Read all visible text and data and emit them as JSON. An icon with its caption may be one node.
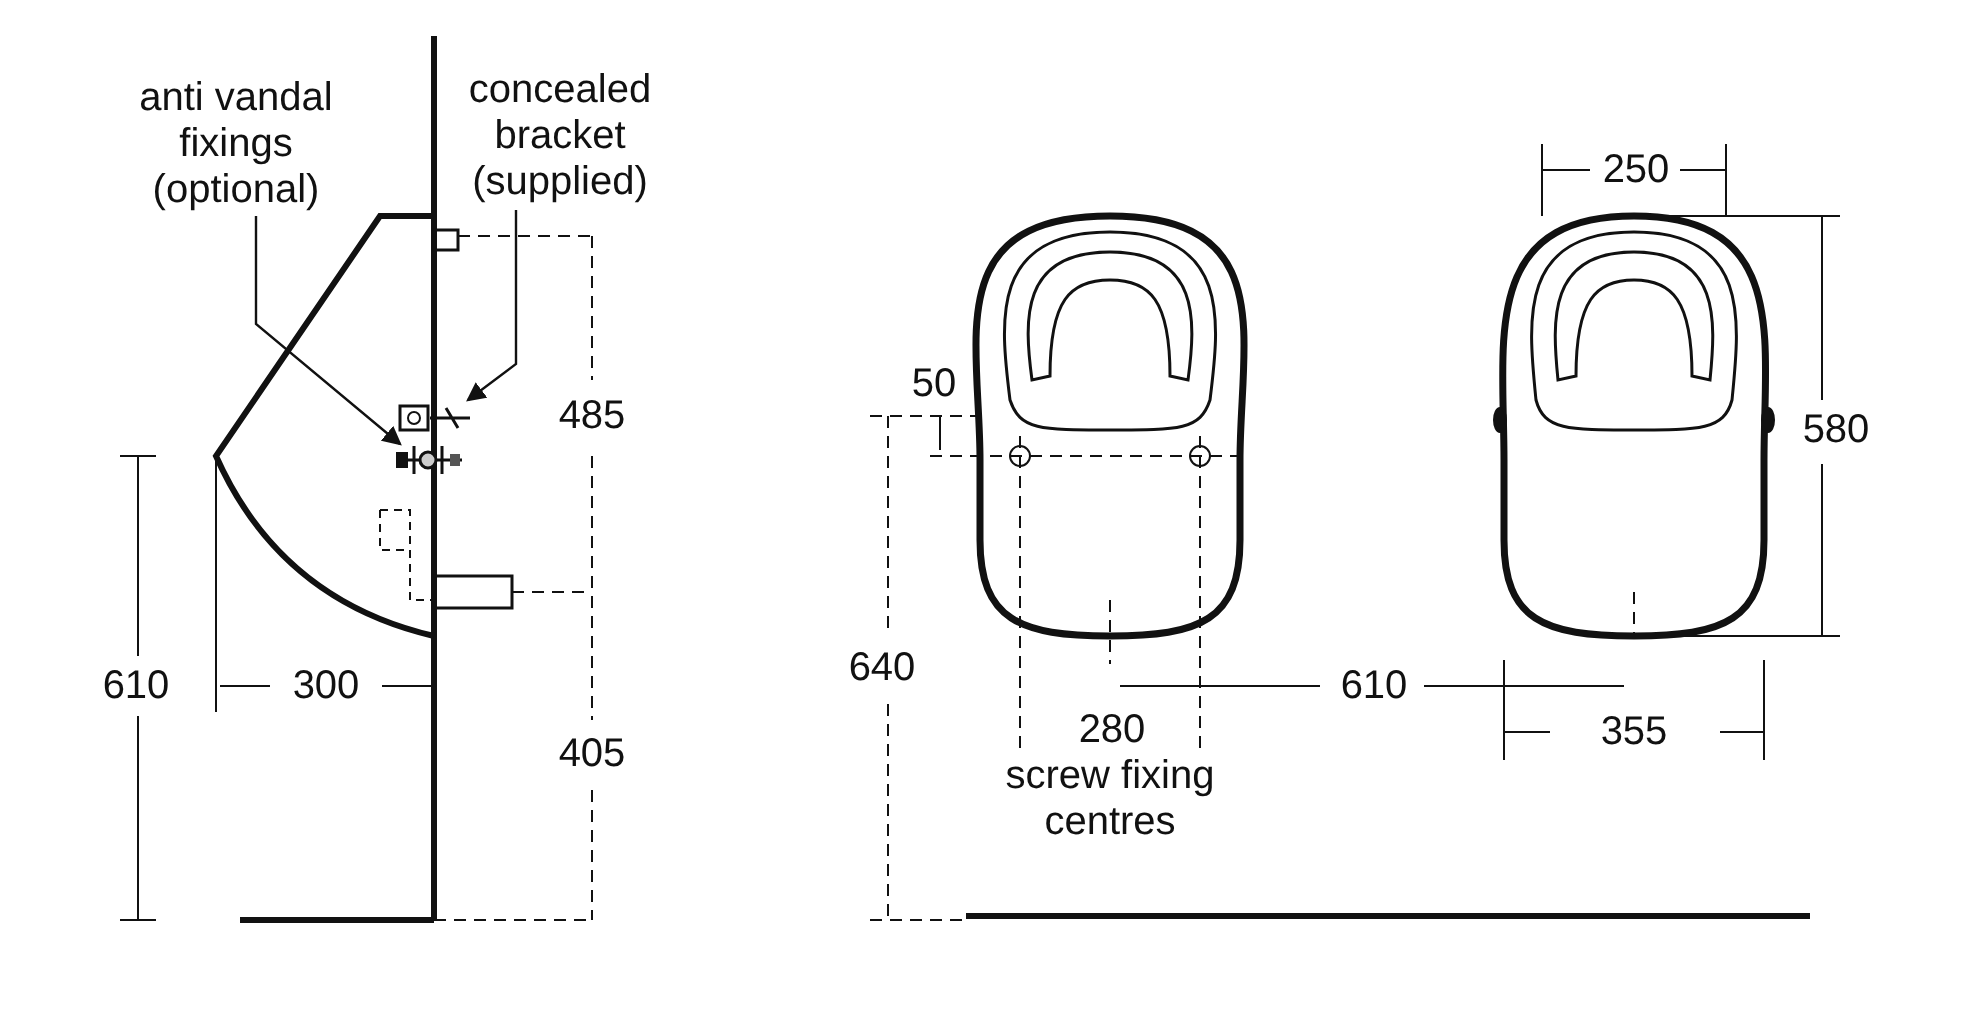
{
  "diagram": {
    "nodes": [
      {
        "text": [
          "anti vandal fixings (optional)"
        ]
      },
      {
        "text": [
          "concealed bracket (supplied)"
        ]
      },
      {
        "text": [],
        "shape": "picture"
      },
      {
        "text": [],
        "shape": "picture"
      }
    ],
    "edges": [
      {
        "from": 0,
        "to": 3,
        "arrow": "to"
      },
      {
        "from": 1,
        "to": 2,
        "arrow": "to"
      }
    ],
    "labels": [
      "485",
      "405",
      "610",
      "300",
      "50",
      "640",
      "280",
      "screw fixing centres",
      "610",
      "250",
      "580",
      "355"
    ]
  }
}
